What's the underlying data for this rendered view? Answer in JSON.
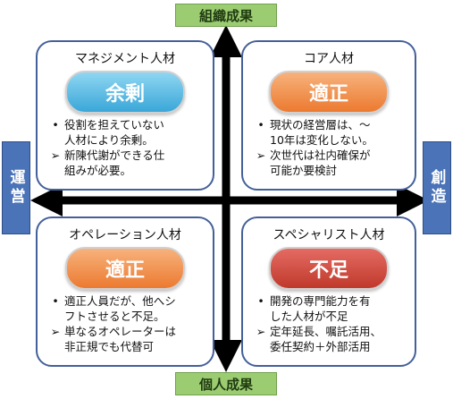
{
  "axes": {
    "top": "組織成果",
    "bottom": "個人成果",
    "left": "運営",
    "right": "創造"
  },
  "quadrants": {
    "top_left": {
      "title": "マネジメント人材",
      "tag": "余剰",
      "bullets": [
        {
          "marker": "•",
          "lines": [
            "役割を担えていない",
            "人材により余剰。"
          ]
        },
        {
          "marker": "➢",
          "lines": [
            "新陳代謝ができる仕",
            "組みが必要。"
          ]
        }
      ]
    },
    "top_right": {
      "title": "コア人材",
      "tag": "適正",
      "bullets": [
        {
          "marker": "•",
          "lines": [
            "現状の経営層は、～",
            "10年は変化しない。"
          ]
        },
        {
          "marker": "➢",
          "lines": [
            "次世代は社内確保が",
            "可能か要検討"
          ]
        }
      ]
    },
    "bottom_left": {
      "title": "オペレーション人材",
      "tag": "適正",
      "bullets": [
        {
          "marker": "•",
          "lines": [
            "適正人員だが、他へシ",
            "フトさせると不足。"
          ]
        },
        {
          "marker": "➢",
          "lines": [
            "単なるオペレーターは",
            "非正規でも代替可"
          ]
        }
      ]
    },
    "bottom_right": {
      "title": "スペシャリスト人材",
      "tag": "不足",
      "bullets": [
        {
          "marker": "•",
          "lines": [
            "開発の専門能力を有",
            "した人材が不足"
          ]
        },
        {
          "marker": "➢",
          "lines": [
            "定年延長、嘱託活用、",
            "委任契約＋外部活用"
          ]
        }
      ]
    }
  },
  "colors": {
    "axis_label_bg": "#9ccc72",
    "side_label_bg": "#4a73b8",
    "quad_border": "#44609a",
    "tag_blue": "#3aa7d8",
    "tag_orange": "#ec7a30",
    "tag_red": "#c0392b",
    "arrow": "#000000"
  }
}
